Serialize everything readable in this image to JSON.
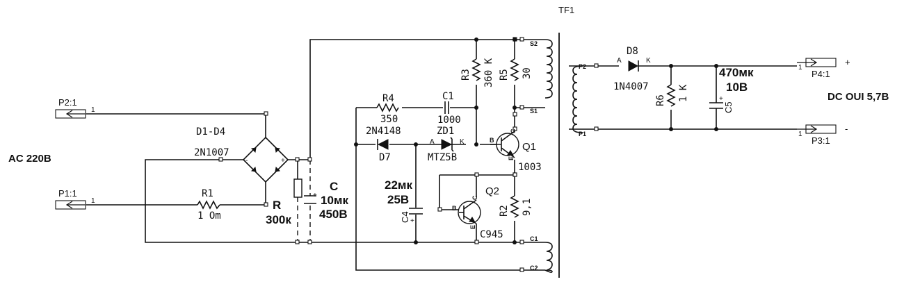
{
  "diagram": {
    "type": "circuit-schematic",
    "title": "TF1",
    "input_label": "AC 220B",
    "output_label": "DC OUI 5,7B",
    "connectors": {
      "p2": {
        "ref": "P2:1",
        "pin": "1"
      },
      "p1": {
        "ref": "P1:1",
        "pin": "1"
      },
      "p4": {
        "ref": "P4:1",
        "pin": "1",
        "polarity": "+"
      },
      "p3": {
        "ref": "P3:1",
        "pin": "1",
        "polarity": "-"
      }
    },
    "components": {
      "bridge": {
        "ref": "D1-D4",
        "value": "2N1007",
        "plus": "+",
        "minus": "-"
      },
      "r1": {
        "ref": "R1",
        "value": "1 Om"
      },
      "r": {
        "ref": "R",
        "value": "300к"
      },
      "c": {
        "ref": "C",
        "value": "10мк",
        "voltage": "450B",
        "polarity": "+"
      },
      "r4": {
        "ref": "R4",
        "value": "350"
      },
      "c1": {
        "ref": "C1",
        "value": "1000"
      },
      "r3": {
        "ref": "R3",
        "value": "360 K"
      },
      "r5": {
        "ref": "R5",
        "value": "30"
      },
      "d7": {
        "ref": "D7",
        "value": "2N4148"
      },
      "zd1": {
        "ref": "ZD1",
        "value": "MTZ5B",
        "anode": "A",
        "cathode": "K"
      },
      "q1": {
        "ref": "Q1",
        "value": "1003",
        "b": "B",
        "c": "C",
        "e": "E"
      },
      "q2": {
        "ref": "Q2",
        "value": "C945",
        "b": "B",
        "c": "C",
        "e": "E"
      },
      "c4": {
        "ref": "C4",
        "value": "22мк",
        "voltage": "25B",
        "polarity": "+"
      },
      "r2": {
        "ref": "R2",
        "value": "9,1"
      },
      "d8": {
        "ref": "D8",
        "value": "1N4007",
        "anode": "A",
        "cathode": "K"
      },
      "r6": {
        "ref": "R6",
        "value": "1 K"
      },
      "c5": {
        "ref": "C5",
        "value": "470мк",
        "voltage": "10B",
        "polarity": "+"
      }
    },
    "transformer": {
      "ref": "TF1",
      "primary_pins": [
        "S2",
        "S1"
      ],
      "feedback_pins": [
        "C1",
        "C2"
      ],
      "secondary_pins": [
        "P2",
        "P1"
      ]
    }
  }
}
